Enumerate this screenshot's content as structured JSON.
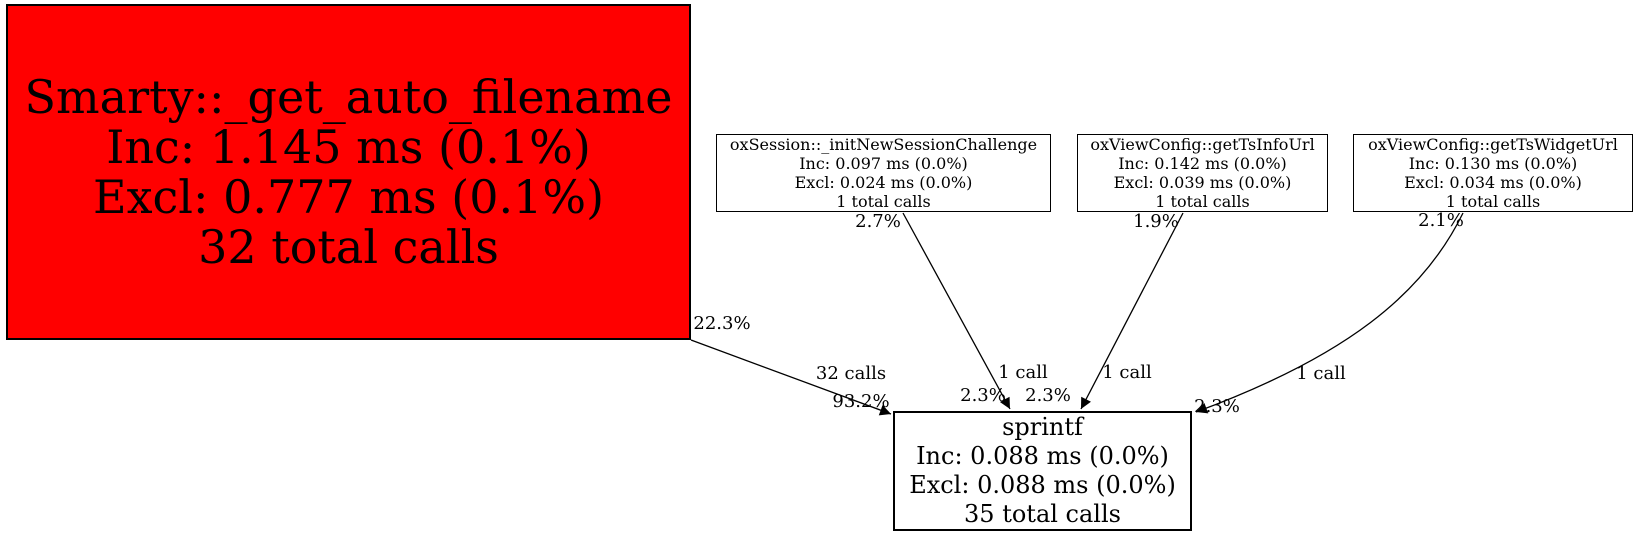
{
  "diagram": {
    "type": "profiler-call-graph",
    "background_color": "#ffffff",
    "hot_node_color": "#ff0000",
    "node_border_color": "#000000",
    "edge_color": "#000000",
    "nodes": [
      {
        "id": "smarty-get-auto-filename",
        "name": "Smarty::_get_auto_filename",
        "inclusive": "Inc: 1.145 ms (0.1%)",
        "exclusive": "Excl: 0.777 ms (0.1%)",
        "total_calls": "32 total calls",
        "fill": "#ff0000"
      },
      {
        "id": "oxsession-init-new-session-challenge",
        "name": "oxSession::_initNewSessionChallenge",
        "inclusive": "Inc: 0.097 ms (0.0%)",
        "exclusive": "Excl: 0.024 ms (0.0%)",
        "total_calls": "1 total calls",
        "fill": "#ffffff"
      },
      {
        "id": "oxviewconfig-get-ts-info-url",
        "name": "oxViewConfig::getTsInfoUrl",
        "inclusive": "Inc: 0.142 ms (0.0%)",
        "exclusive": "Excl: 0.039 ms (0.0%)",
        "total_calls": "1 total calls",
        "fill": "#ffffff"
      },
      {
        "id": "oxviewconfig-get-ts-widget-url",
        "name": "oxViewConfig::getTsWidgetUrl",
        "inclusive": "Inc: 0.130 ms (0.0%)",
        "exclusive": "Excl: 0.034 ms (0.0%)",
        "total_calls": "1 total calls",
        "fill": "#ffffff"
      },
      {
        "id": "sprintf",
        "name": "sprintf",
        "inclusive": "Inc: 0.088 ms (0.0%)",
        "exclusive": "Excl: 0.088 ms (0.0%)",
        "total_calls": "35 total calls",
        "fill": "#ffffff"
      }
    ],
    "edges": [
      {
        "from": "Smarty::_get_auto_filename",
        "to": "sprintf",
        "source_percent": "22.3%",
        "calls": "32 calls",
        "target_percent": "93.2%"
      },
      {
        "from": "oxSession::_initNewSessionChallenge",
        "to": "sprintf",
        "source_percent": "2.7%",
        "calls": "1 call",
        "target_percent": "2.3%"
      },
      {
        "from": "oxViewConfig::getTsInfoUrl",
        "to": "sprintf",
        "source_percent": "1.9%",
        "calls": "1 call",
        "target_percent": "2.3%"
      },
      {
        "from": "oxViewConfig::getTsWidgetUrl",
        "to": "sprintf",
        "source_percent": "2.1%",
        "calls": "1 call",
        "target_percent": "2.3%"
      }
    ]
  }
}
